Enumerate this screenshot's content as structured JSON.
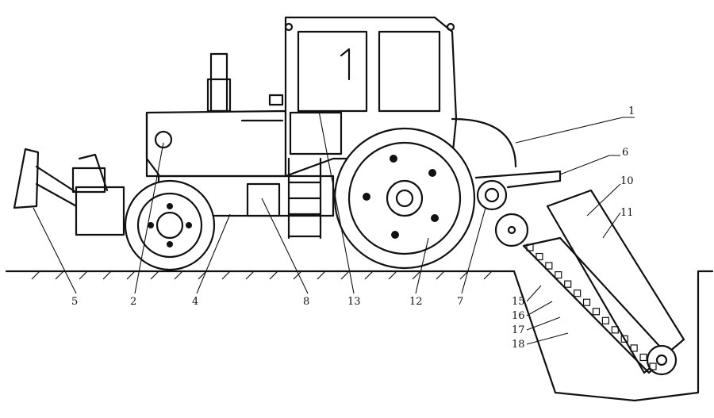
{
  "labels": [
    "1",
    "2",
    "4",
    "5",
    "6",
    "7",
    "8",
    "10",
    "11",
    "12",
    "13",
    "15",
    "16",
    "17",
    "18"
  ]
}
